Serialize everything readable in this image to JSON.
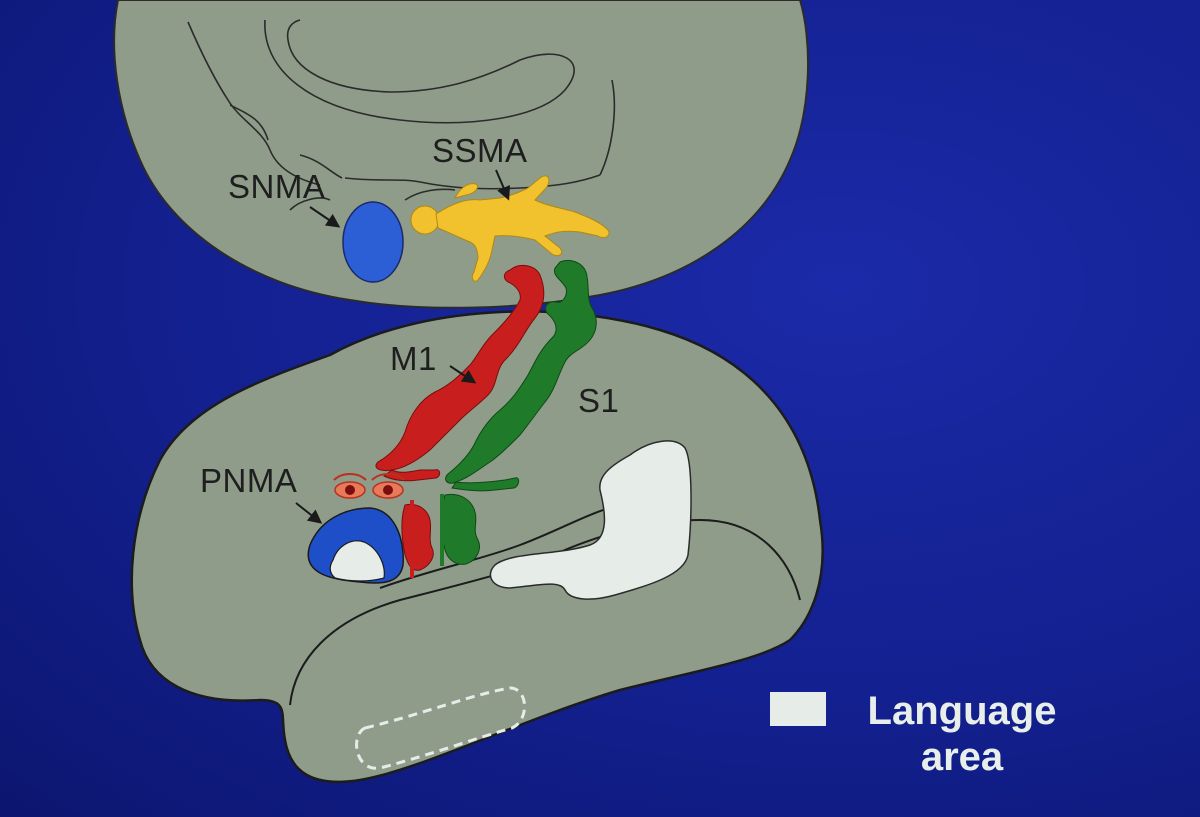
{
  "labels": {
    "snma": "SNMA",
    "ssma": "SSMA",
    "m1": "M1",
    "s1": "S1",
    "pnma": "PNMA"
  },
  "legend": {
    "line1": "Language",
    "line2": "area",
    "swatch_color": "#e6ece8"
  },
  "colors": {
    "background": "#13208f",
    "brain": "#8f9c8a",
    "ssma_figure": "#f2c12e",
    "m1_figure": "#c81e1e",
    "s1_figure": "#1f7a2a",
    "snma_area": "#2c5ed6",
    "pnma_area": "#1e4fc8",
    "language_area": "#e6ece8"
  }
}
